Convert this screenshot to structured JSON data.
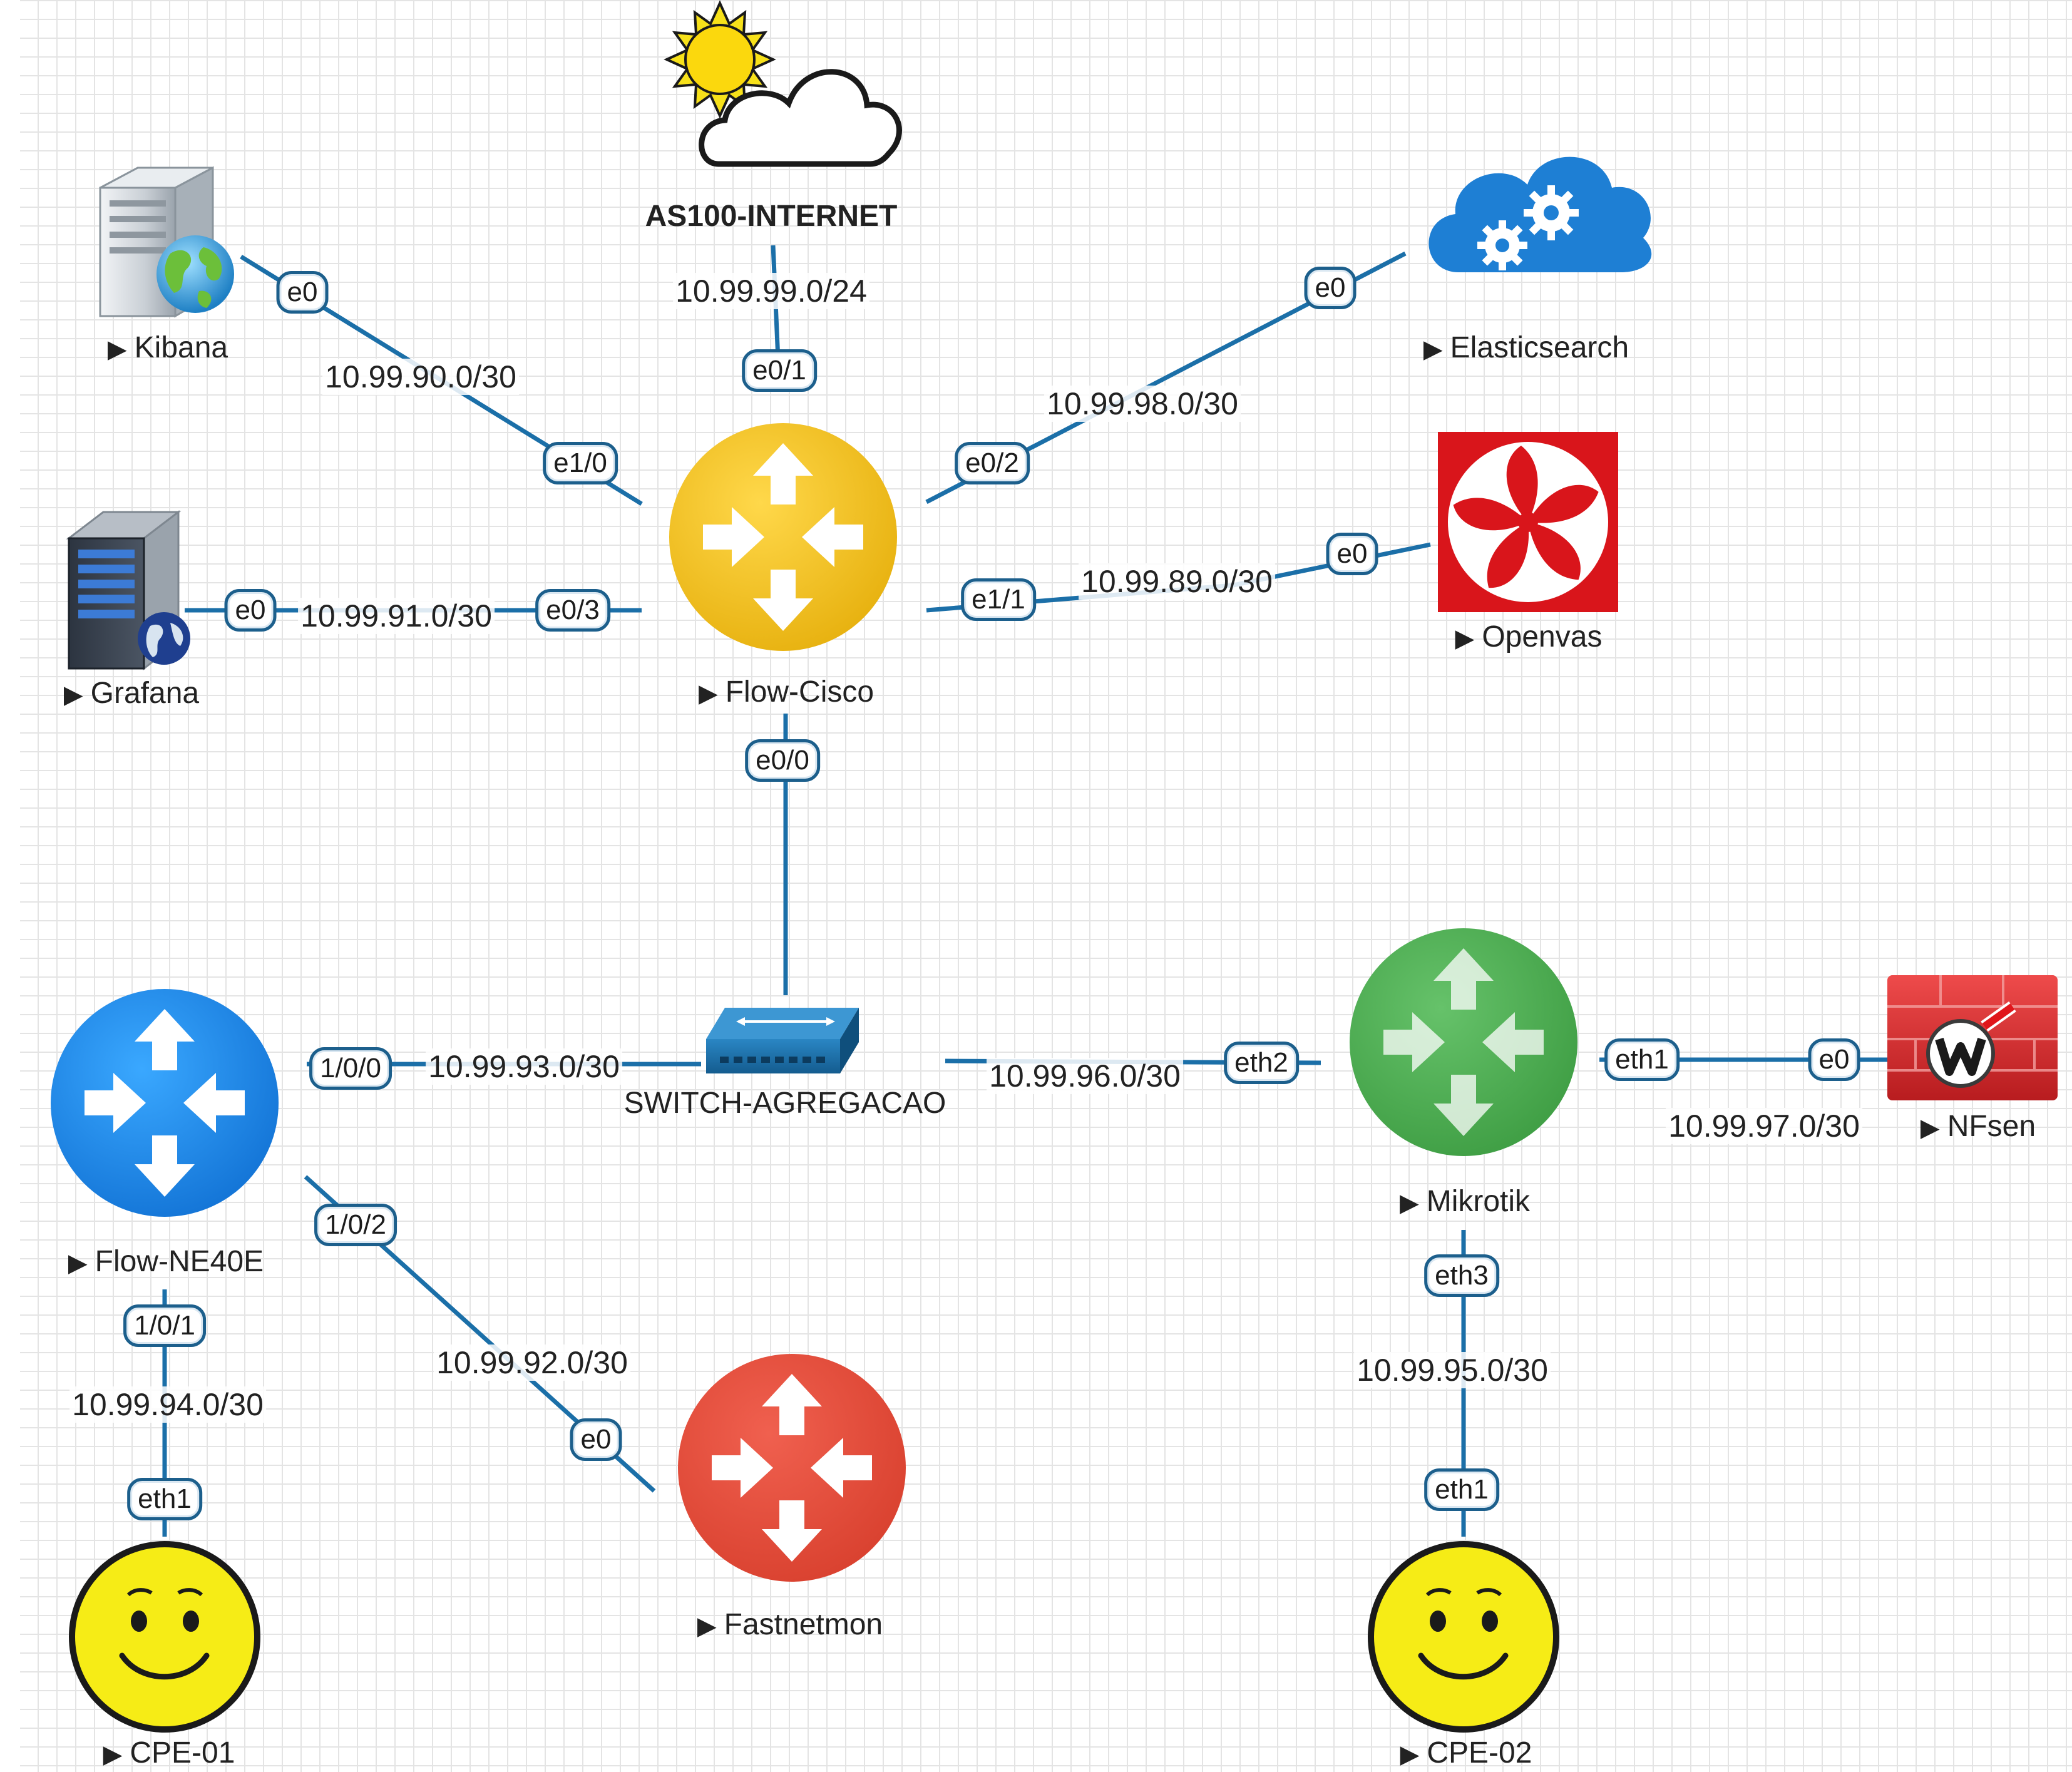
{
  "colors": {
    "link": "#1b6fa8",
    "router_cisco": "#f0c419",
    "router_ne40e": "#1e88e5",
    "router_mikrotik": "#4caf50",
    "router_fastnetmon": "#e74c3c",
    "cpe_face": "#f6ec16",
    "openvas": "#d9151b",
    "elasticsearch": "#1e7fd4",
    "nfsen": "#d8282a"
  },
  "nodes": {
    "internet": {
      "label": "AS100-INTERNET",
      "icon": "sun-cloud-icon"
    },
    "kibana": {
      "label": "Kibana",
      "icon": "web-server-icon"
    },
    "grafana": {
      "label": "Grafana",
      "icon": "server-tower-icon"
    },
    "elasticsearch": {
      "label": "Elasticsearch",
      "icon": "cloud-gears-icon"
    },
    "openvas": {
      "label": "Openvas",
      "icon": "fan-icon"
    },
    "flow_cisco": {
      "label": "Flow-Cisco",
      "icon": "router-icon"
    },
    "switch": {
      "label": "SWITCH-AGREGACAO",
      "icon": "switch-icon"
    },
    "flow_ne40e": {
      "label": "Flow-NE40E",
      "icon": "router-icon"
    },
    "mikrotik": {
      "label": "Mikrotik",
      "icon": "router-icon"
    },
    "nfsen": {
      "label": "NFsen",
      "icon": "firewall-icon"
    },
    "fastnetmon": {
      "label": "Fastnetmon",
      "icon": "router-icon"
    },
    "cpe01": {
      "label": "CPE-01",
      "icon": "smiley-icon"
    },
    "cpe02": {
      "label": "CPE-02",
      "icon": "smiley-icon"
    }
  },
  "links": [
    {
      "network": "10.99.99.0/24",
      "ports": [
        "e0/1"
      ]
    },
    {
      "network": "10.99.90.0/30",
      "ports": [
        "e0",
        "e1/0"
      ]
    },
    {
      "network": "10.99.91.0/30",
      "ports": [
        "e0",
        "e0/3"
      ]
    },
    {
      "network": "10.99.98.0/30",
      "ports": [
        "e0/2",
        "e0"
      ]
    },
    {
      "network": "10.99.89.0/30",
      "ports": [
        "e1/1",
        "e0"
      ]
    },
    {
      "network": "",
      "ports": [
        "e0/0"
      ]
    },
    {
      "network": "10.99.93.0/30",
      "ports": [
        "1/0/0"
      ]
    },
    {
      "network": "10.99.96.0/30",
      "ports": [
        "eth2"
      ]
    },
    {
      "network": "10.99.97.0/30",
      "ports": [
        "eth1",
        "e0"
      ]
    },
    {
      "network": "10.99.92.0/30",
      "ports": [
        "1/0/2",
        "e0"
      ]
    },
    {
      "network": "10.99.94.0/30",
      "ports": [
        "1/0/1",
        "eth1"
      ]
    },
    {
      "network": "10.99.95.0/30",
      "ports": [
        "eth3",
        "eth1"
      ]
    }
  ]
}
